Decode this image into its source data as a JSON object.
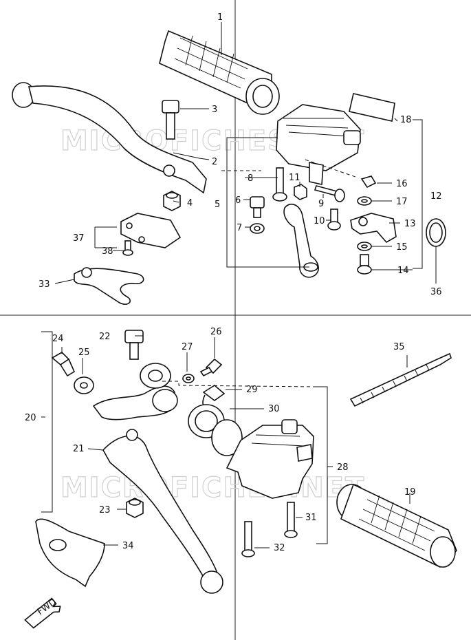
{
  "watermark_text": "MICROFICHES.NET",
  "fwd_label": "FWD",
  "callouts": {
    "p1": "1",
    "p2": "2",
    "p3": "3",
    "p4": "4",
    "p5": "5",
    "p6": "6",
    "p7": "7",
    "p8": "8",
    "p9": "9",
    "p10": "10",
    "p11": "11",
    "p12": "12",
    "p13": "13",
    "p14": "14",
    "p15": "15",
    "p16": "16",
    "p17": "17",
    "p18": "18",
    "p19": "19",
    "p20": "20",
    "p21": "21",
    "p22": "22",
    "p23": "23",
    "p24": "24",
    "p25": "25",
    "p26": "26",
    "p27": "27",
    "p28": "28",
    "p29": "29",
    "p30": "30",
    "p31": "31",
    "p32": "32",
    "p33": "33",
    "p34": "34",
    "p35": "35",
    "p36": "36",
    "p37": "37",
    "p38": "38"
  }
}
